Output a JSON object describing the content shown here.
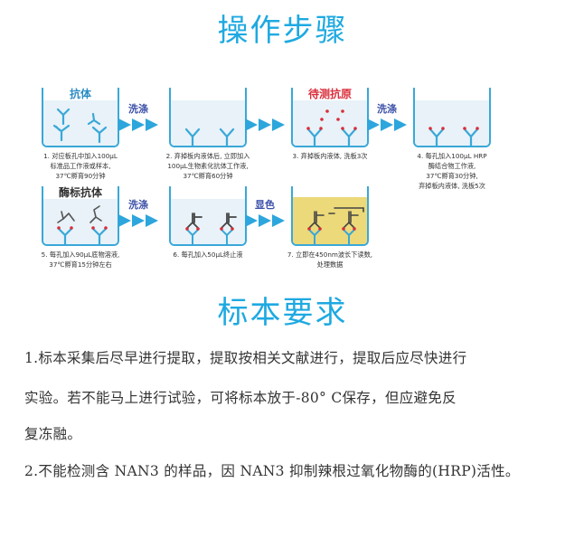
{
  "titles": {
    "steps": "操作步骤",
    "sample": "标本要求"
  },
  "colors": {
    "title_blue": "#1ea9e1",
    "arrow_blue": "#2ca6dc",
    "label_navy": "#3b4fa8",
    "antigen_red": "#d92d3a",
    "substrate_yellow": "#ecd979"
  },
  "steps": [
    {
      "well_label": "抗体",
      "caption": [
        "1. 对应板孔中加入100μL",
        "标准品工作液或样本,",
        "37℃孵育90分钟"
      ]
    },
    {
      "well_label": "",
      "caption": [
        "2. 弃掉板内液体后, 立即加入",
        "100μL生物素化抗体工作液,",
        "37℃孵育60分钟"
      ]
    },
    {
      "well_label": "待测抗原",
      "caption": [
        "3. 弃掉板内液体, 洗板3次"
      ]
    },
    {
      "well_label": "",
      "caption": [
        "4. 每孔加入100μL HRP",
        "酶结合物工作液,",
        "37℃孵育30分钟,",
        "弃掉板内液体, 洗板5次"
      ]
    },
    {
      "well_label": "酶标抗体",
      "caption": [
        "5. 每孔加入90μL底物溶液,",
        "37℃孵育15分钟左右"
      ]
    },
    {
      "well_label": "",
      "caption": [
        "6. 每孔加入50μL终止液"
      ]
    },
    {
      "well_label": "",
      "caption": [
        "7. 立即在450nm波长下读数,",
        "处理数据"
      ]
    }
  ],
  "arrows": [
    {
      "label": "洗涤"
    },
    {
      "label": ""
    },
    {
      "label": "洗涤"
    },
    {
      "label": "洗涤"
    },
    {
      "label": "显色"
    }
  ],
  "requirements": [
    "1.标本采集后尽早进行提取，提取按相关文献进行，提取后应尽快进行",
    "实验。若不能马上进行试验，可将标本放于-80° C保存，但应避免反",
    "复冻融。",
    "2.不能检测含 NAN3 的样品，因 NAN3 抑制辣根过氧化物酶的(HRP)活性。"
  ]
}
